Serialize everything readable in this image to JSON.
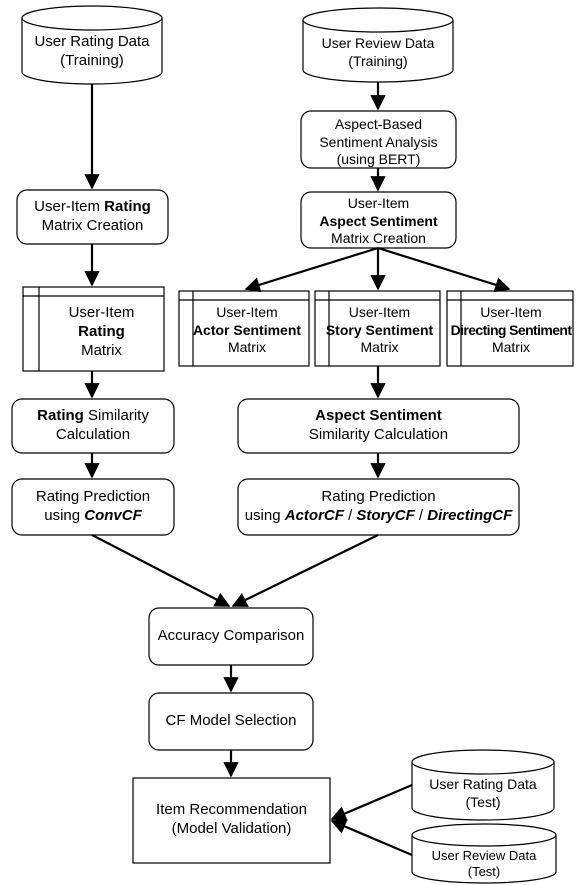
{
  "nodes": {
    "user_rating_data_training": {
      "line1": "User Rating Data",
      "line2": "(Training)"
    },
    "user_review_data_training": {
      "line1": "User Review Data",
      "line2": "(Training)"
    },
    "absa": {
      "line1": "Aspect-Based",
      "line2": "Sentiment Analysis",
      "line3": "(using BERT)"
    },
    "rating_matrix_creation": {
      "line1_pre": "User-Item ",
      "line1_bold": "Rating",
      "line2": "Matrix Creation"
    },
    "aspect_matrix_creation": {
      "line1": "User-Item",
      "line2": "Aspect Sentiment",
      "line3": "Matrix Creation"
    },
    "rating_matrix": {
      "line1": "User-Item",
      "line2": "Rating",
      "line3": "Matrix"
    },
    "actor_matrix": {
      "line1": "User-Item",
      "line2": "Actor Sentiment",
      "line3": "Matrix"
    },
    "story_matrix": {
      "line1": "User-Item",
      "line2": "Story Sentiment",
      "line3": "Matrix"
    },
    "directing_matrix": {
      "line1": "User-Item",
      "line2": "Directing Sentiment",
      "line3": "Matrix"
    },
    "rating_similarity": {
      "line1_bold": "Rating",
      "line1_post": " Similarity",
      "line2": "Calculation"
    },
    "aspect_similarity": {
      "line1": "Aspect Sentiment",
      "line2": "Similarity Calculation"
    },
    "rating_prediction_conv": {
      "line1": "Rating Prediction",
      "line2_pre": "using ",
      "line2_bold": "ConvCF"
    },
    "rating_prediction_aspect": {
      "line1": "Rating Prediction",
      "line2_pre": "using ",
      "cf1": "ActorCF",
      "sep1": " / ",
      "cf2": "StoryCF",
      "sep2": " / ",
      "cf3": "DirectingCF"
    },
    "accuracy_comparison": {
      "label": "Accuracy Comparison"
    },
    "cf_model_selection": {
      "label": "CF Model Selection"
    },
    "item_recommendation": {
      "line1": "Item Recommendation",
      "line2": "(Model Validation)"
    },
    "user_rating_data_test": {
      "line1": "User Rating Data",
      "line2": "(Test)"
    },
    "user_review_data_test": {
      "line1": "User Review Data",
      "line2": "(Test)"
    }
  },
  "colors": {
    "stroke": "#000000",
    "fill": "#ffffff",
    "text": "#000000"
  }
}
